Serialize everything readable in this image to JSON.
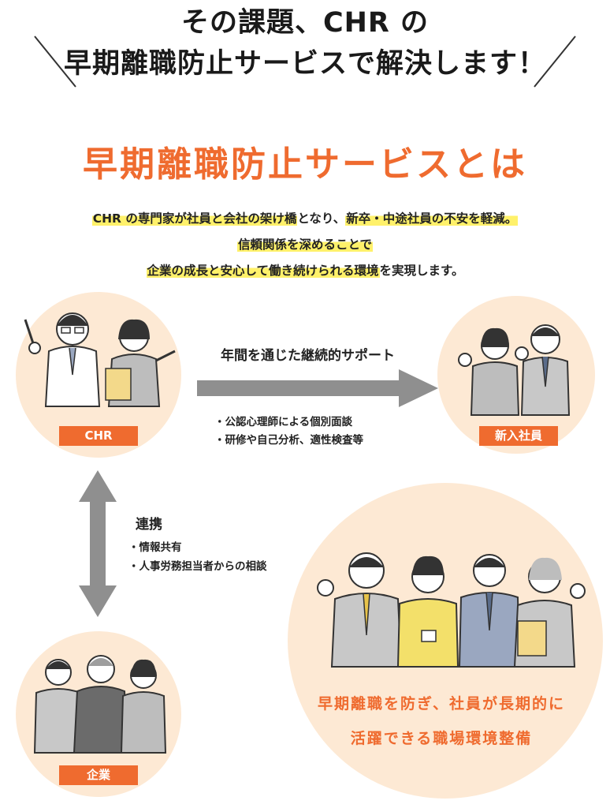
{
  "header": {
    "line1": "その課題、CHR の",
    "line2": "早期離職防止サービスで解決します！"
  },
  "section_title": "早期離職防止サービスとは",
  "intro": {
    "line1_a": "CHR の専門家が社員と会社の架け橋",
    "line1_b": "となり、",
    "line1_c": "新卒・中途社員の不安を軽減。",
    "line2": "信頼関係を深めることで",
    "line3_a": "企業の成長と安心して働き続けられる環境",
    "line3_b": "を実現します。"
  },
  "diagram": {
    "chr_tag": "CHR",
    "newhire_tag": "新入社員",
    "company_tag": "企業",
    "support_title": "年間を通じた継続的サポート",
    "support_items": [
      "・公認心理師による個別面談",
      "・研修や自己分析、適性検査等"
    ],
    "coop_title": "連携",
    "coop_items": [
      "・情報共有",
      "・人事労務担当者からの相談"
    ],
    "result_line1": "早期離職を防ぎ、社員が長期的に",
    "result_line2": "活躍できる職場環境整備"
  },
  "colors": {
    "accent": "#ef6b2f",
    "circle_bg": "#fde9d4",
    "highlight": "#fff16a",
    "arrow": "#8f8f8f"
  }
}
